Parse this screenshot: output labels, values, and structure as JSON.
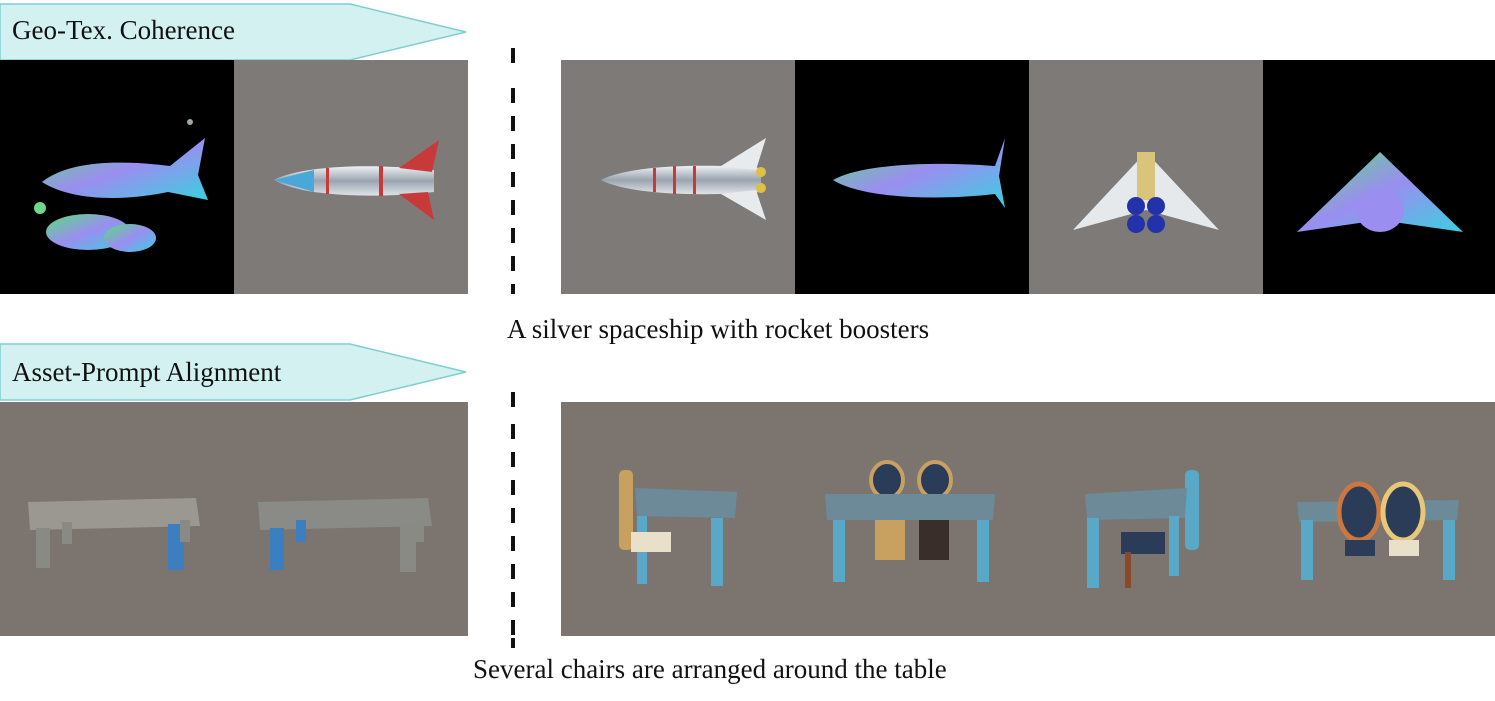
{
  "sections": [
    {
      "tag": "Geo-Tex. Coherence",
      "caption": "A silver spaceship with rocket boosters",
      "left_panels": [
        {
          "icon": "rocket-normal-map-with-clouds-icon",
          "bg": "#000000"
        },
        {
          "icon": "silver-rocket-red-fins-icon",
          "bg": "#7d7a78"
        }
      ],
      "right_panels": [
        {
          "icon": "silver-spaceship-side-icon",
          "bg": "#7d7a78"
        },
        {
          "icon": "spaceship-normal-map-side-icon",
          "bg": "#000000"
        },
        {
          "icon": "spaceship-rear-boosters-icon",
          "bg": "#7d7a78"
        },
        {
          "icon": "spaceship-normal-map-rear-icon",
          "bg": "#000000"
        }
      ]
    },
    {
      "tag": "Asset-Prompt Alignment",
      "caption": "Several chairs are arranged around the table",
      "left_panels": [
        {
          "icon": "stone-table-icon",
          "bg": "#7b746f"
        },
        {
          "icon": "stone-table-blue-legs-icon",
          "bg": "#7b746f"
        }
      ],
      "right_panels": [
        {
          "icon": "table-with-chair-left-icon",
          "bg": "#7b746f"
        },
        {
          "icon": "table-with-two-chairs-back-icon",
          "bg": "#7b746f"
        },
        {
          "icon": "table-with-chair-right-icon",
          "bg": "#7b746f"
        },
        {
          "icon": "table-with-two-chairs-front-icon",
          "bg": "#7b746f"
        }
      ]
    }
  ],
  "colors": {
    "tag_fill": "#d3f1f1",
    "tag_stroke": "#7ccfd0"
  }
}
